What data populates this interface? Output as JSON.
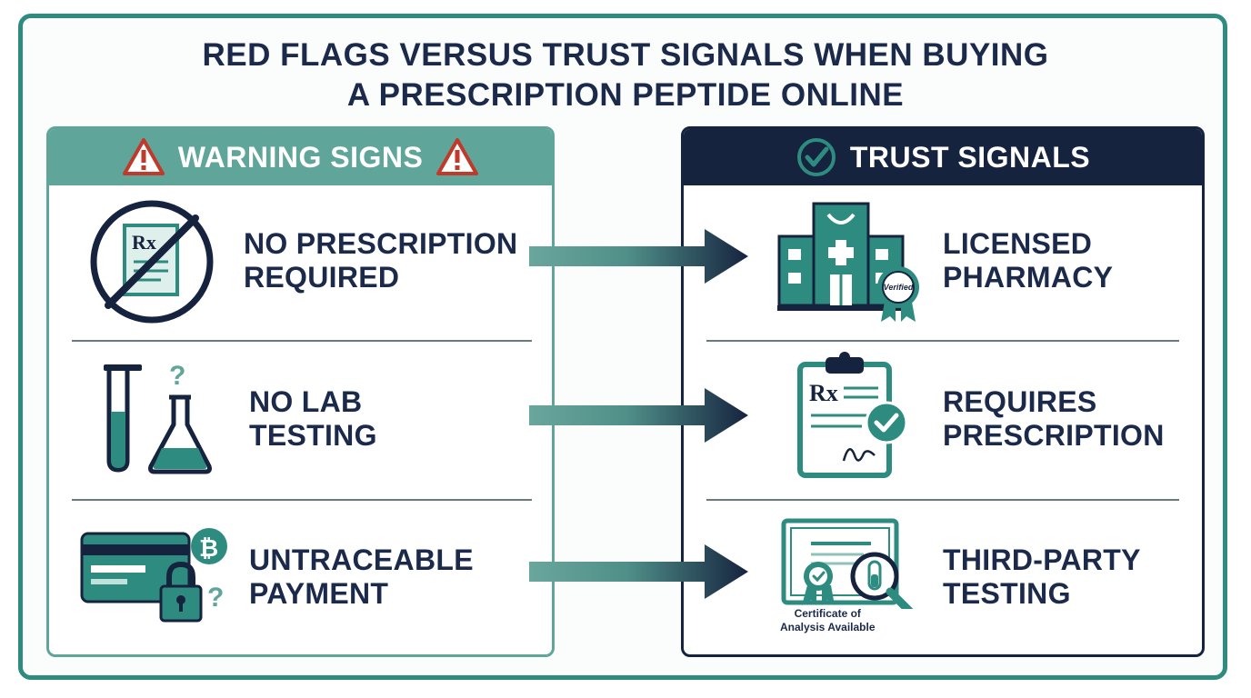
{
  "title": {
    "line1": "RED FLAGS VERSUS TRUST SIGNALS WHEN BUYING",
    "line2": "A PRESCRIPTION PEPTIDE ONLINE"
  },
  "warning": {
    "heading": "WARNING SIGNS",
    "items": [
      {
        "line1": "NO PRESCRIPTION",
        "line2": "REQUIRED",
        "icon": "no-prescription-icon",
        "glyph": "Rx"
      },
      {
        "line1": "NO LAB",
        "line2": "TESTING",
        "icon": "lab-glassware-icon",
        "glyph": "?"
      },
      {
        "line1": "UNTRACEABLE",
        "line2": "PAYMENT",
        "icon": "card-bitcoin-lock-icon",
        "glyph": "₿"
      }
    ]
  },
  "trust": {
    "heading": "TRUST SIGNALS",
    "items": [
      {
        "line1": "LICENSED",
        "line2": "PHARMACY",
        "icon": "pharmacy-building-icon",
        "badge": "Verified"
      },
      {
        "line1": "REQUIRES",
        "line2": "PRESCRIPTION",
        "icon": "clipboard-prescription-icon",
        "glyph": "Rx"
      },
      {
        "line1": "THIRD-PARTY",
        "line2": "TESTING",
        "icon": "certificate-magnifier-icon",
        "caption_line1": "Certificate of",
        "caption_line2": "Analysis Available"
      }
    ]
  },
  "colors": {
    "navy": "#1b2a4a",
    "teal": "#2e8b80",
    "teal_light": "#5fa59a",
    "red": "#c0392b",
    "dark_header": "#16233f"
  }
}
